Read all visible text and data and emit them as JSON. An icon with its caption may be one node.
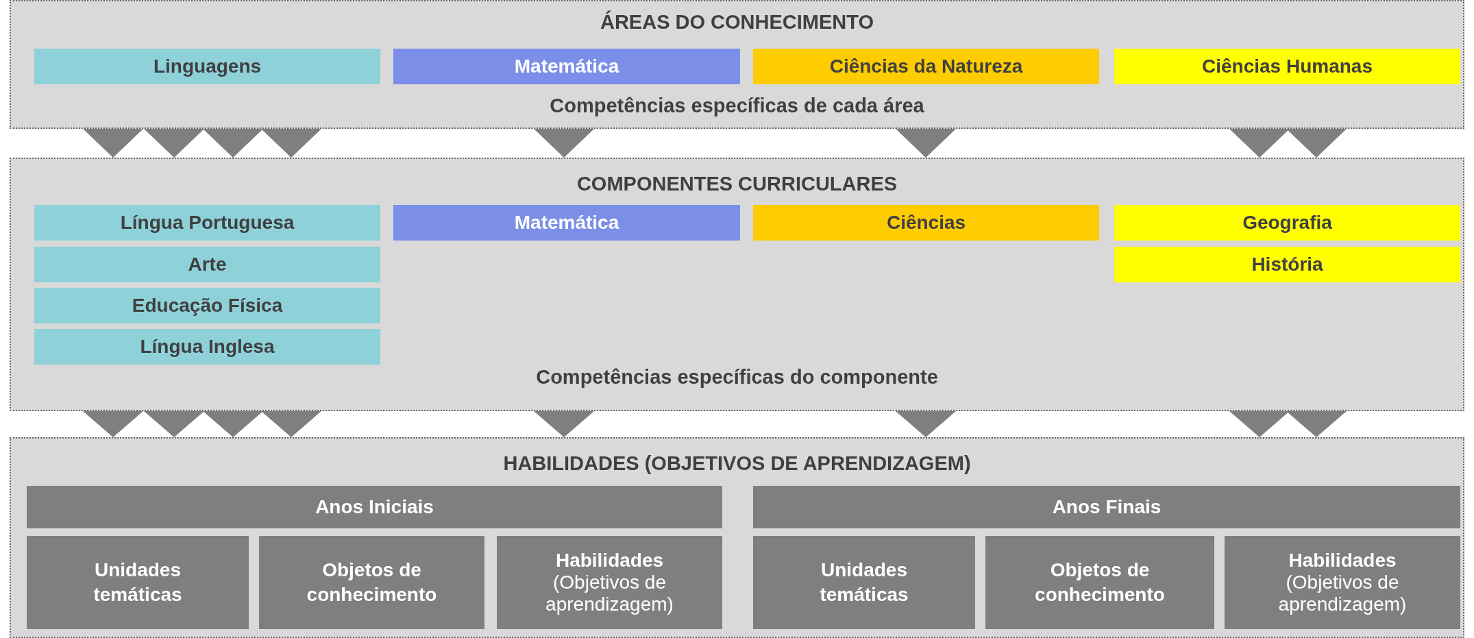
{
  "diagram": {
    "nodes": [
      {
        "text": [
          "ÁREAS DO CONHECIMENTO",
          "Competências específicas de cada área"
        ]
      },
      {
        "text": [
          "Linguagens"
        ],
        "in": 0
      },
      {
        "text": [
          "Matemática"
        ],
        "in": 0
      },
      {
        "text": [
          "Ciências da Natureza"
        ],
        "in": 0
      },
      {
        "text": [
          "Ciências Humanas"
        ],
        "in": 0
      },
      {
        "text": [
          "COMPONENTES CURRICULARES",
          "Competências específicas do componente"
        ]
      },
      {
        "text": [
          "Língua Portuguesa"
        ],
        "in": 5
      },
      {
        "text": [
          "Matemática"
        ],
        "in": 5
      },
      {
        "text": [
          "Ciências"
        ],
        "in": 5
      },
      {
        "text": [
          "Geografia"
        ],
        "in": 5
      },
      {
        "text": [
          "Arte"
        ],
        "in": 5
      },
      {
        "text": [
          "História"
        ],
        "in": 5
      },
      {
        "text": [
          "Educação Física"
        ],
        "in": 5
      },
      {
        "text": [
          "Língua Inglesa"
        ],
        "in": 5
      },
      {
        "text": [
          "HABILIDADES (OBJETIVOS DE APRENDIZAGEM)"
        ]
      },
      {
        "text": [
          "Anos Iniciais"
        ],
        "in": 14
      },
      {
        "text": [
          "Anos Finais"
        ],
        "in": 14
      },
      {
        "text": [
          "Unidades temáticas"
        ],
        "in": 14
      },
      {
        "text": [
          "Objetos de conhecimento"
        ],
        "in": 14
      },
      {
        "text": [
          "Habilidades",
          "(Objetivos de aprendizagem)"
        ],
        "in": 14
      },
      {
        "text": [
          "Unidades temáticas"
        ],
        "in": 14
      },
      {
        "text": [
          "Objetos de conhecimento"
        ],
        "in": 14
      },
      {
        "text": [
          "Habilidades",
          "(Objetivos de aprendizagem)"
        ],
        "in": 14
      }
    ],
    "edges": [
      {
        "from": 0,
        "to": 5,
        "arrow": "to"
      },
      {
        "from": 0,
        "to": 5,
        "arrow": "to"
      },
      {
        "from": 0,
        "to": 5,
        "arrow": "to"
      },
      {
        "from": 0,
        "to": 5,
        "arrow": "to"
      },
      {
        "from": 0,
        "to": 5,
        "arrow": "to"
      },
      {
        "from": 0,
        "to": 5,
        "arrow": "to"
      },
      {
        "from": 0,
        "to": 5,
        "arrow": "to"
      },
      {
        "from": 0,
        "to": 5,
        "arrow": "to"
      },
      {
        "from": 5,
        "to": 14,
        "arrow": "to"
      },
      {
        "from": 5,
        "to": 14,
        "arrow": "to"
      },
      {
        "from": 5,
        "to": 14,
        "arrow": "to"
      },
      {
        "from": 5,
        "to": 14,
        "arrow": "to"
      },
      {
        "from": 5,
        "to": 14,
        "arrow": "to"
      },
      {
        "from": 5,
        "to": 14,
        "arrow": "to"
      },
      {
        "from": 5,
        "to": 14,
        "arrow": "to"
      },
      {
        "from": 5,
        "to": 14,
        "arrow": "to"
      }
    ]
  }
}
